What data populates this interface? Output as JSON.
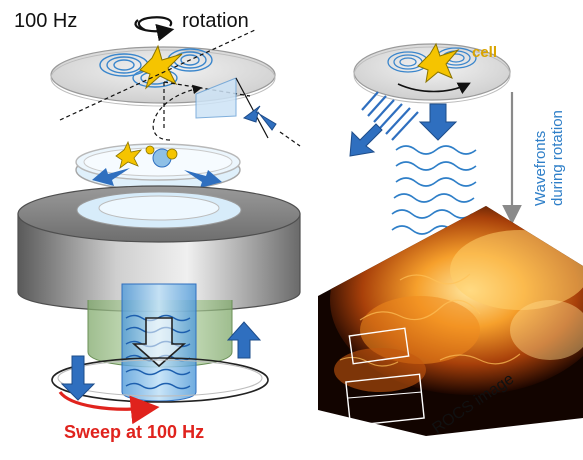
{
  "labels": {
    "rotation_frequency": "100 Hz",
    "rotation": "rotation",
    "cell": "cell",
    "sweep": "Sweep at 100 Hz",
    "wavefronts_line1": "Wavefronts",
    "wavefronts_line2": "during rotation",
    "rocs_image": "ROCS image"
  },
  "colors": {
    "arrow_blue": "#2f6fbf",
    "sweep_red": "#e0231d",
    "cell_yellow": "#f5c400",
    "wave_blue": "#3a86cc",
    "label_orange": "#d9a400"
  },
  "icons": {
    "rotation_arrow": "curved-arrow-icon",
    "cell": "star-cell-icon",
    "sweep_arrow": "curved-arrow-icon"
  }
}
